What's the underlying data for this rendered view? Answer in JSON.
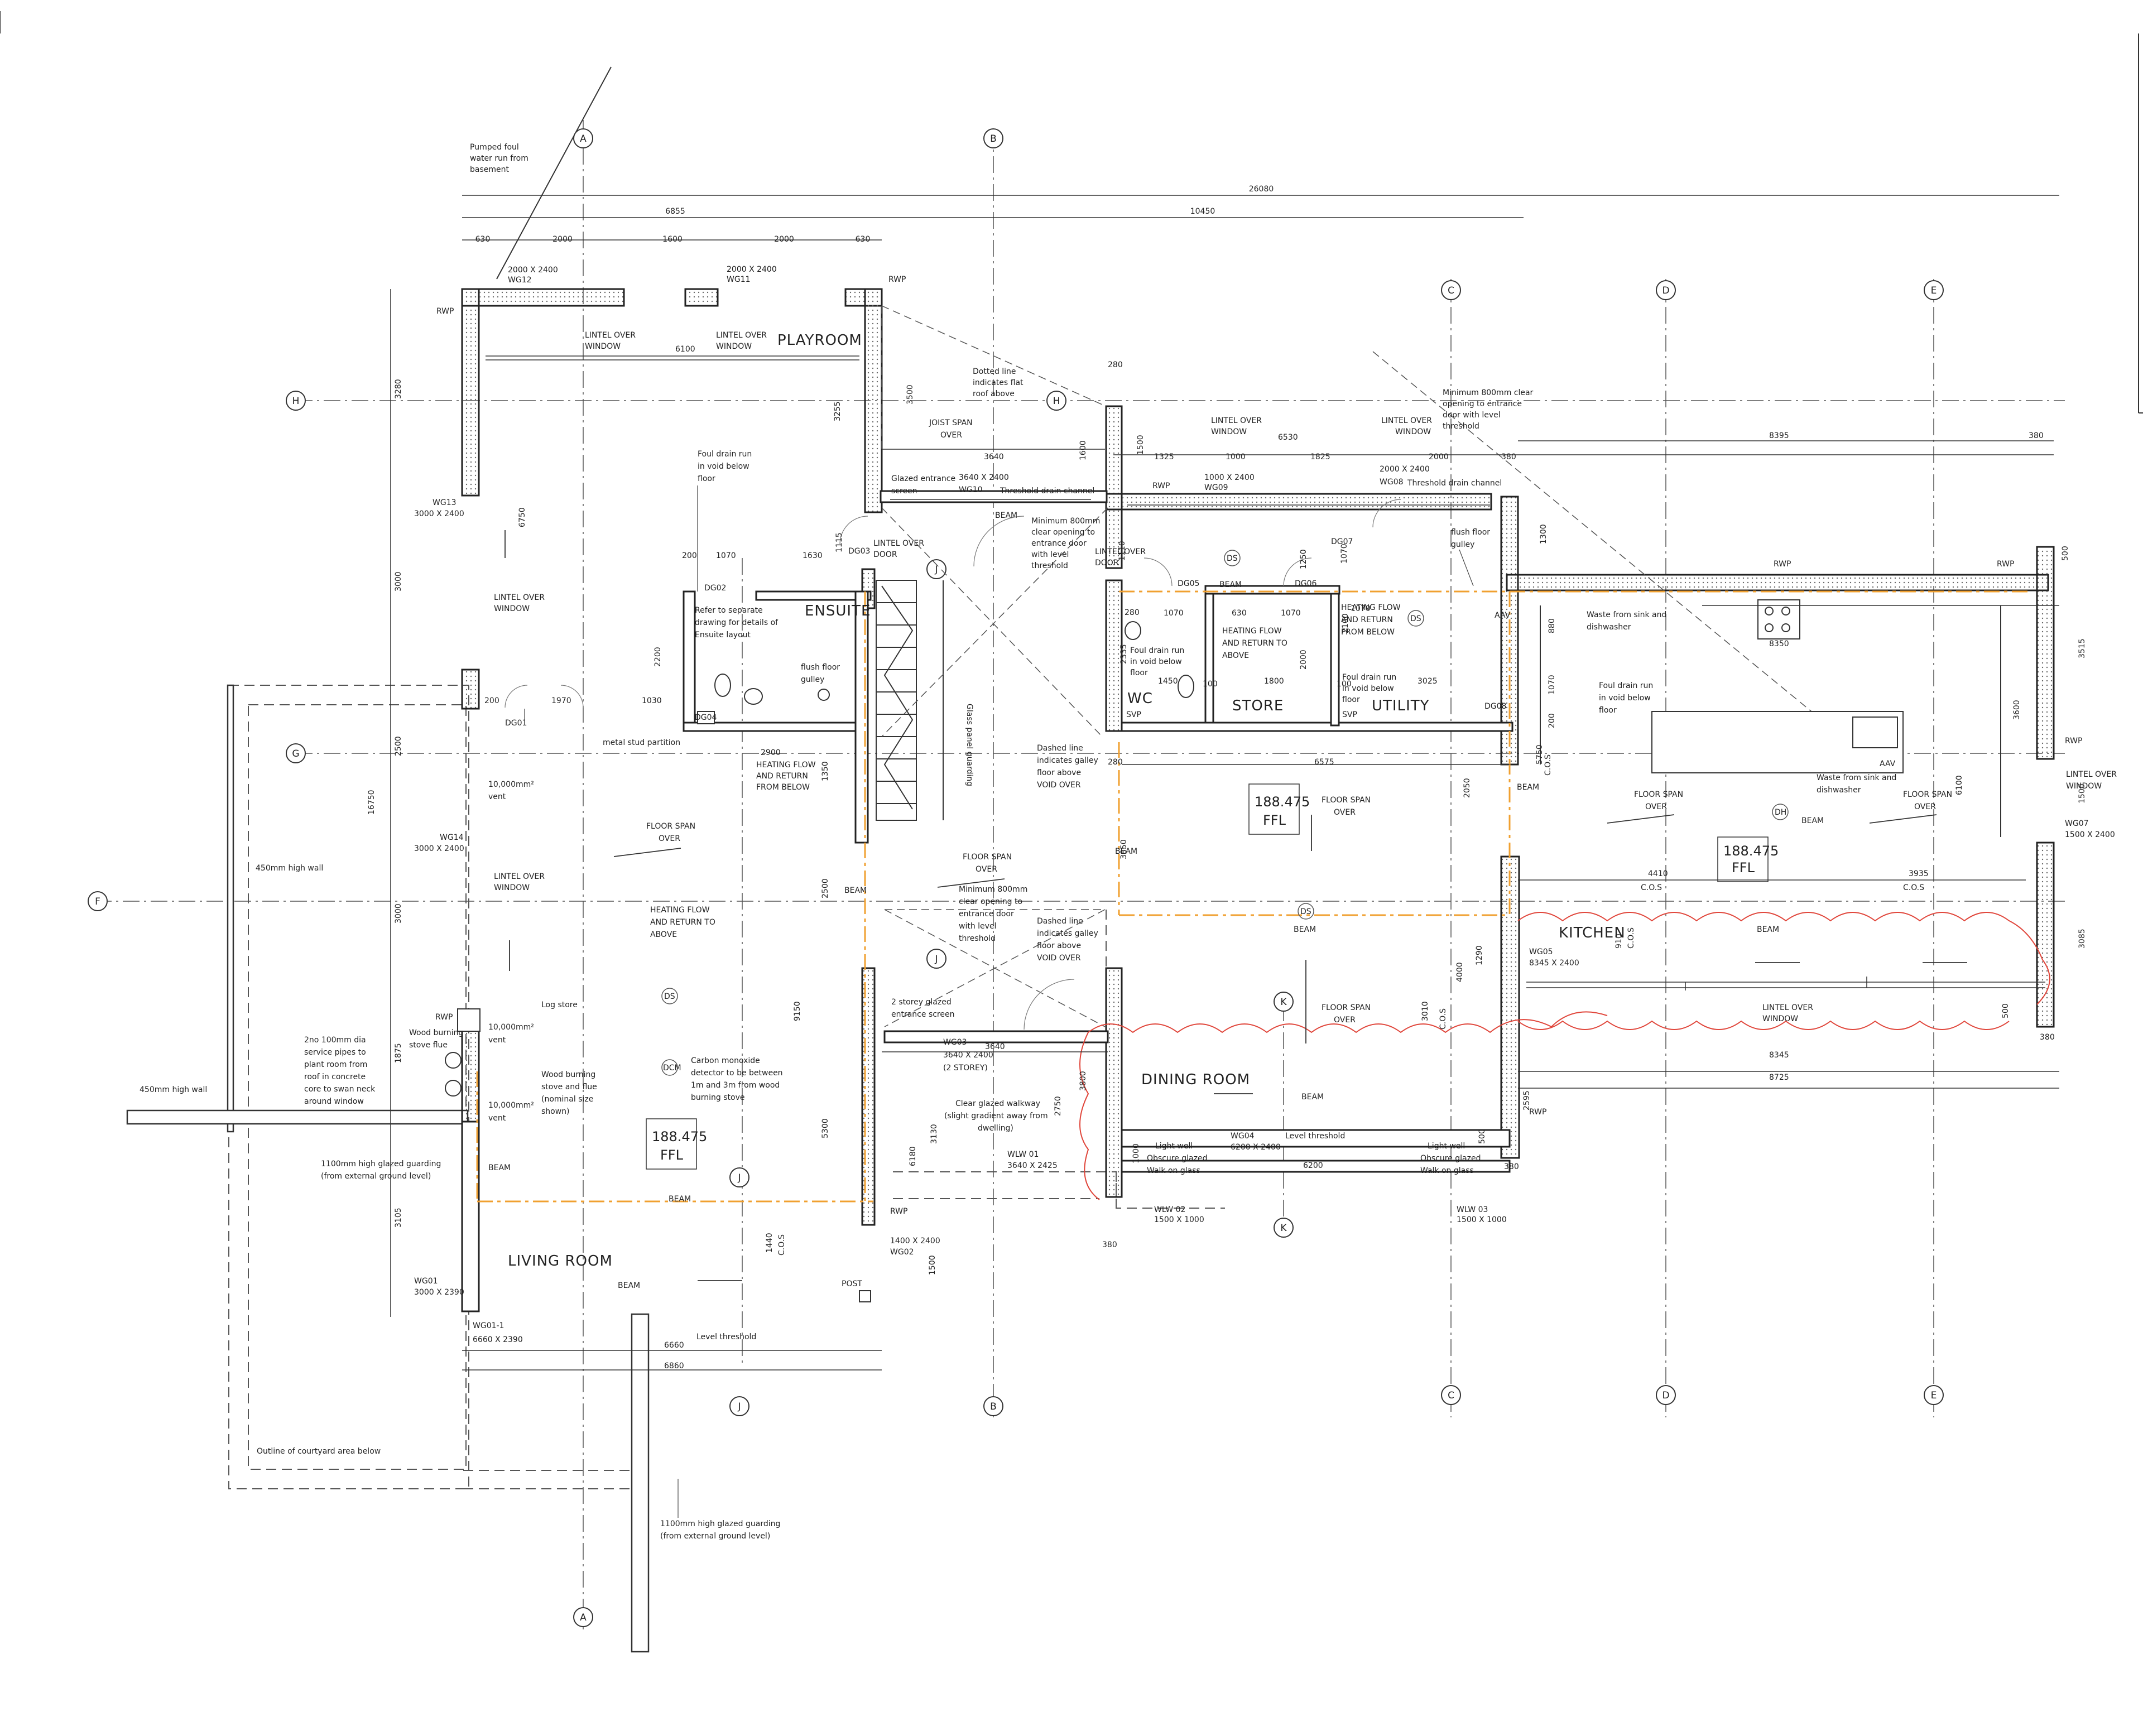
{
  "rooms": {
    "playroom": "PLAYROOM",
    "ensuite": "ENSUITE",
    "wc": "WC",
    "store": "STORE",
    "utility": "UTILITY",
    "kitchen": "KITCHEN",
    "dining": "DINING ROOM",
    "living": "LIVING ROOM"
  },
  "grid": {
    "a": "A",
    "b": "B",
    "c": "C",
    "d": "D",
    "e": "E",
    "f": "F",
    "g": "G",
    "h": "H",
    "j": "J",
    "k": "K"
  },
  "levels": {
    "value": "188.475",
    "unit": "FFL"
  },
  "dims_top": {
    "overall": "26080",
    "left_block": "6855",
    "mid_block": "10450",
    "d630a": "630",
    "d2000a": "2000",
    "d1600": "1600",
    "d2000b": "2000",
    "d630b": "630"
  },
  "dims_misc": {
    "d280a": "280",
    "d3640a": "3640",
    "d1600v": "1600",
    "d1500v": "1500",
    "d1325": "1325",
    "d1000": "1000",
    "d1825": "1825",
    "d6530": "6530",
    "d2000c": "2000",
    "d380a": "380",
    "d8395": "8395",
    "d380b": "380",
    "d6100": "6100",
    "d3280": "3280",
    "d3000a": "3000",
    "d2500a": "2500",
    "d3000b": "3000",
    "d1875": "1875",
    "d3105": "3105",
    "d16750": "16750",
    "d6750": "6750",
    "d3255": "3255",
    "d3500": "3500",
    "d1115": "1115",
    "d1070a": "1070",
    "d1630": "1630",
    "d200a": "200",
    "d2200": "2200",
    "d200b": "200",
    "d1970": "1970",
    "d1030": "1030",
    "d2900": "2900",
    "d1350": "1350",
    "d2500b": "2500",
    "d9150": "9150",
    "d5300": "5300",
    "d6180": "6180",
    "d3130": "3130",
    "d1440": "1440",
    "d1500b": "1500",
    "d6660": "6660",
    "d6860": "6860",
    "d3640b": "3640",
    "d3800": "3800",
    "d2750": "2750",
    "d380c": "380",
    "d6200": "6200",
    "d1000b": "1000",
    "d500a": "500",
    "d380d": "380",
    "d2595": "2595",
    "d3850": "3850",
    "d2050": "2050",
    "d6575": "6575",
    "d280b": "280",
    "d1450": "1450",
    "d100a": "100",
    "d1800": "1800",
    "d2000d": "2000",
    "d2100": "2100",
    "d3025": "3025",
    "d100b": "100",
    "d1070b": "1070",
    "d630c": "630",
    "d1070c": "1070",
    "d1250": "1250",
    "d1070d": "1070",
    "d2335": "2335",
    "d280c": "280",
    "d1110": "1110",
    "d1070e": "1070",
    "d880": "880",
    "d1300": "1300",
    "d8350": "8350",
    "d1070f": "1070",
    "d200c": "200",
    "d5750": "5750",
    "d4410": "4410",
    "d3935": "3935",
    "d1290": "1290",
    "d4000": "4000",
    "d910": "910",
    "d3010": "3010",
    "d8345": "8345",
    "d8725": "8725",
    "d3600": "3600",
    "d3515": "3515",
    "d6100b": "6100",
    "d1500c": "1500",
    "d3085": "3085",
    "d500b": "500",
    "d380e": "380",
    "d500c": "500",
    "cos": "C.O.S"
  },
  "openings": {
    "wg12": "2000 X 2400",
    "wg12_id": "WG12",
    "wg11": "2000 X 2400",
    "wg11_id": "WG11",
    "wg13_id": "WG13",
    "wg13": "3000 X 2400",
    "wg14_id": "WG14",
    "wg14": "3000 X 2400",
    "wg01_id": "WG01",
    "wg01": "3000 X 2390",
    "wg011_id": "WG01-1",
    "wg011": "6660 X 2390",
    "wg10": "3640 X 2400",
    "wg10_id": "WG10",
    "wg09": "1000 X 2400",
    "wg09_id": "WG09",
    "wg08": "2000 X 2400",
    "wg08_id": "WG08",
    "wg07_id": "WG07",
    "wg07": "1500 X 2400",
    "wg05_id": "WG05",
    "wg05": "8345 X 2400",
    "wg04_id": "WG04",
    "wg04": "6200 X 2400",
    "wg03_id": "WG03",
    "wg03": "3640 X 2400",
    "wg03_b": "(2 STOREY)",
    "wg02": "1400 X 2400",
    "wg02_id": "WG02",
    "wlw01_id": "WLW 01",
    "wlw01": "3640 X 2425",
    "wlw02_id": "WLW 02",
    "wlw02": "1500 X 1000",
    "wlw03_id": "WLW 03",
    "wlw03": "1500 X 1000",
    "dg01": "DG01",
    "dg02": "DG02",
    "dg03": "DG03",
    "dg04": "DG04",
    "dg05": "DG05",
    "dg06": "DG06",
    "dg07": "DG07",
    "dg08": "DG08"
  },
  "notes": {
    "pumped1": "Pumped foul",
    "pumped2": "water run from",
    "pumped3": "basement",
    "rwp": "RWP",
    "lintel1": "LINTEL OVER",
    "lintel2": "WINDOW",
    "lintel_door": "DOOR",
    "dotted1": "Dotted line",
    "dotted2": "indicates flat",
    "dotted3": "roof above",
    "joist1": "JOIST SPAN",
    "joist2": "OVER",
    "foul1": "Foul drain run",
    "foul2": "in void below",
    "foul3": "floor",
    "glazed1": "Glazed entrance",
    "glazed2": "screen",
    "threshold": "Threshold drain channel",
    "beam": "BEAM",
    "min1": "Minimum 800mm",
    "min2": "clear opening to",
    "min3": "entrance door",
    "min4": "with level",
    "min5": "threshold",
    "minr1": "Minimum 800mm clear",
    "minr2": "opening to entrance",
    "minr3": "door with level",
    "minr4": "threshold",
    "flush1": "flush floor",
    "flush2": "gulley",
    "refer1": "Refer to separate",
    "refer2": "drawing for details of",
    "refer3": "Ensuite layout",
    "stud": "metal stud partition",
    "heat1": "HEATING FLOW",
    "heat2": "AND RETURN",
    "heat3": "FROM BELOW",
    "heat4": "AND RETURN TO",
    "heat5": "ABOVE",
    "floorspan1": "FLOOR SPAN",
    "floorspan2": "OVER",
    "dashed1": "Dashed line",
    "dashed2": "indicates galley",
    "dashed3": "floor above",
    "dashed4": "VOID OVER",
    "glassguard": "Glass panel guarding",
    "vent1": "10,000mm²",
    "vent2": "vent",
    "wall450": "450mm high wall",
    "logstore": "Log store",
    "wbflue1": "Wood burning",
    "wbflue2": "stove flue",
    "wbstove1": "Wood burning",
    "wbstove2": "stove and flue",
    "wbstove3": "(nominal size",
    "wbstove4": "shown)",
    "pipes1": "2no 100mm dia",
    "pipes2": "service pipes to",
    "pipes3": "plant room from",
    "pipes4": "roof in concrete",
    "pipes5": "core to swan neck",
    "pipes6": "around window",
    "guard1": "1100mm high glazed guarding",
    "guard2": "(from external ground level)",
    "co1": "Carbon monoxide",
    "co2": "detector to be between",
    "co3": "1m and 3m from wood",
    "co4": "burning stove",
    "storey1": "2 storey glazed",
    "storey2": "entrance screen",
    "walk1": "Clear glazed walkway",
    "walk2": "(slight gradient away from",
    "walk3": "dwelling)",
    "lightwell1": "Light well",
    "lightwell2": "Obscure glazed",
    "lightwell3": "Walk on glass",
    "levelthr": "Level threshold",
    "post": "POST",
    "courtyard": "Outline of courtyard area below",
    "waste1": "Waste from sink and",
    "waste2": "dishwasher",
    "svp": "SVP",
    "aav": "AAV",
    "ds": "DS",
    "dh": "DH",
    "dcm": "DCM"
  }
}
